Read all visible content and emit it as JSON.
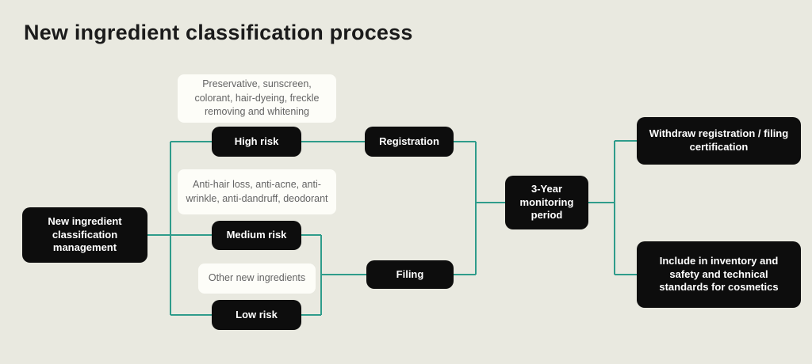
{
  "title": "New ingredient classification process",
  "colors": {
    "background": "#e9e9e0",
    "node_fill": "#0d0d0d",
    "node_text": "#ffffff",
    "note_fill": "#fdfdf8",
    "note_text": "#646464",
    "connector": "#2f9c8b",
    "title_text": "#1b1b1b"
  },
  "nodes": {
    "start": {
      "label": "New ingredient classification management"
    },
    "high_risk": {
      "label": "High risk"
    },
    "medium_risk": {
      "label": "Medium risk"
    },
    "low_risk": {
      "label": "Low risk"
    },
    "registration": {
      "label": "Registration"
    },
    "filing": {
      "label": "Filing"
    },
    "monitoring": {
      "label": "3-Year monitoring period"
    },
    "withdraw": {
      "label": "Withdraw registration / filing certification"
    },
    "inventory": {
      "label": "Include in inventory and safety and technical standards for cosmetics"
    }
  },
  "notes": {
    "high_risk": {
      "label": "Preservative, sunscreen, colorant, hair-dyeing, freckle removing and whitening"
    },
    "medium_risk": {
      "label": "Anti-hair loss, anti-acne, anti-wrinkle, anti-dandruff, deodorant"
    },
    "low_risk": {
      "label": "Other new ingredients"
    }
  }
}
